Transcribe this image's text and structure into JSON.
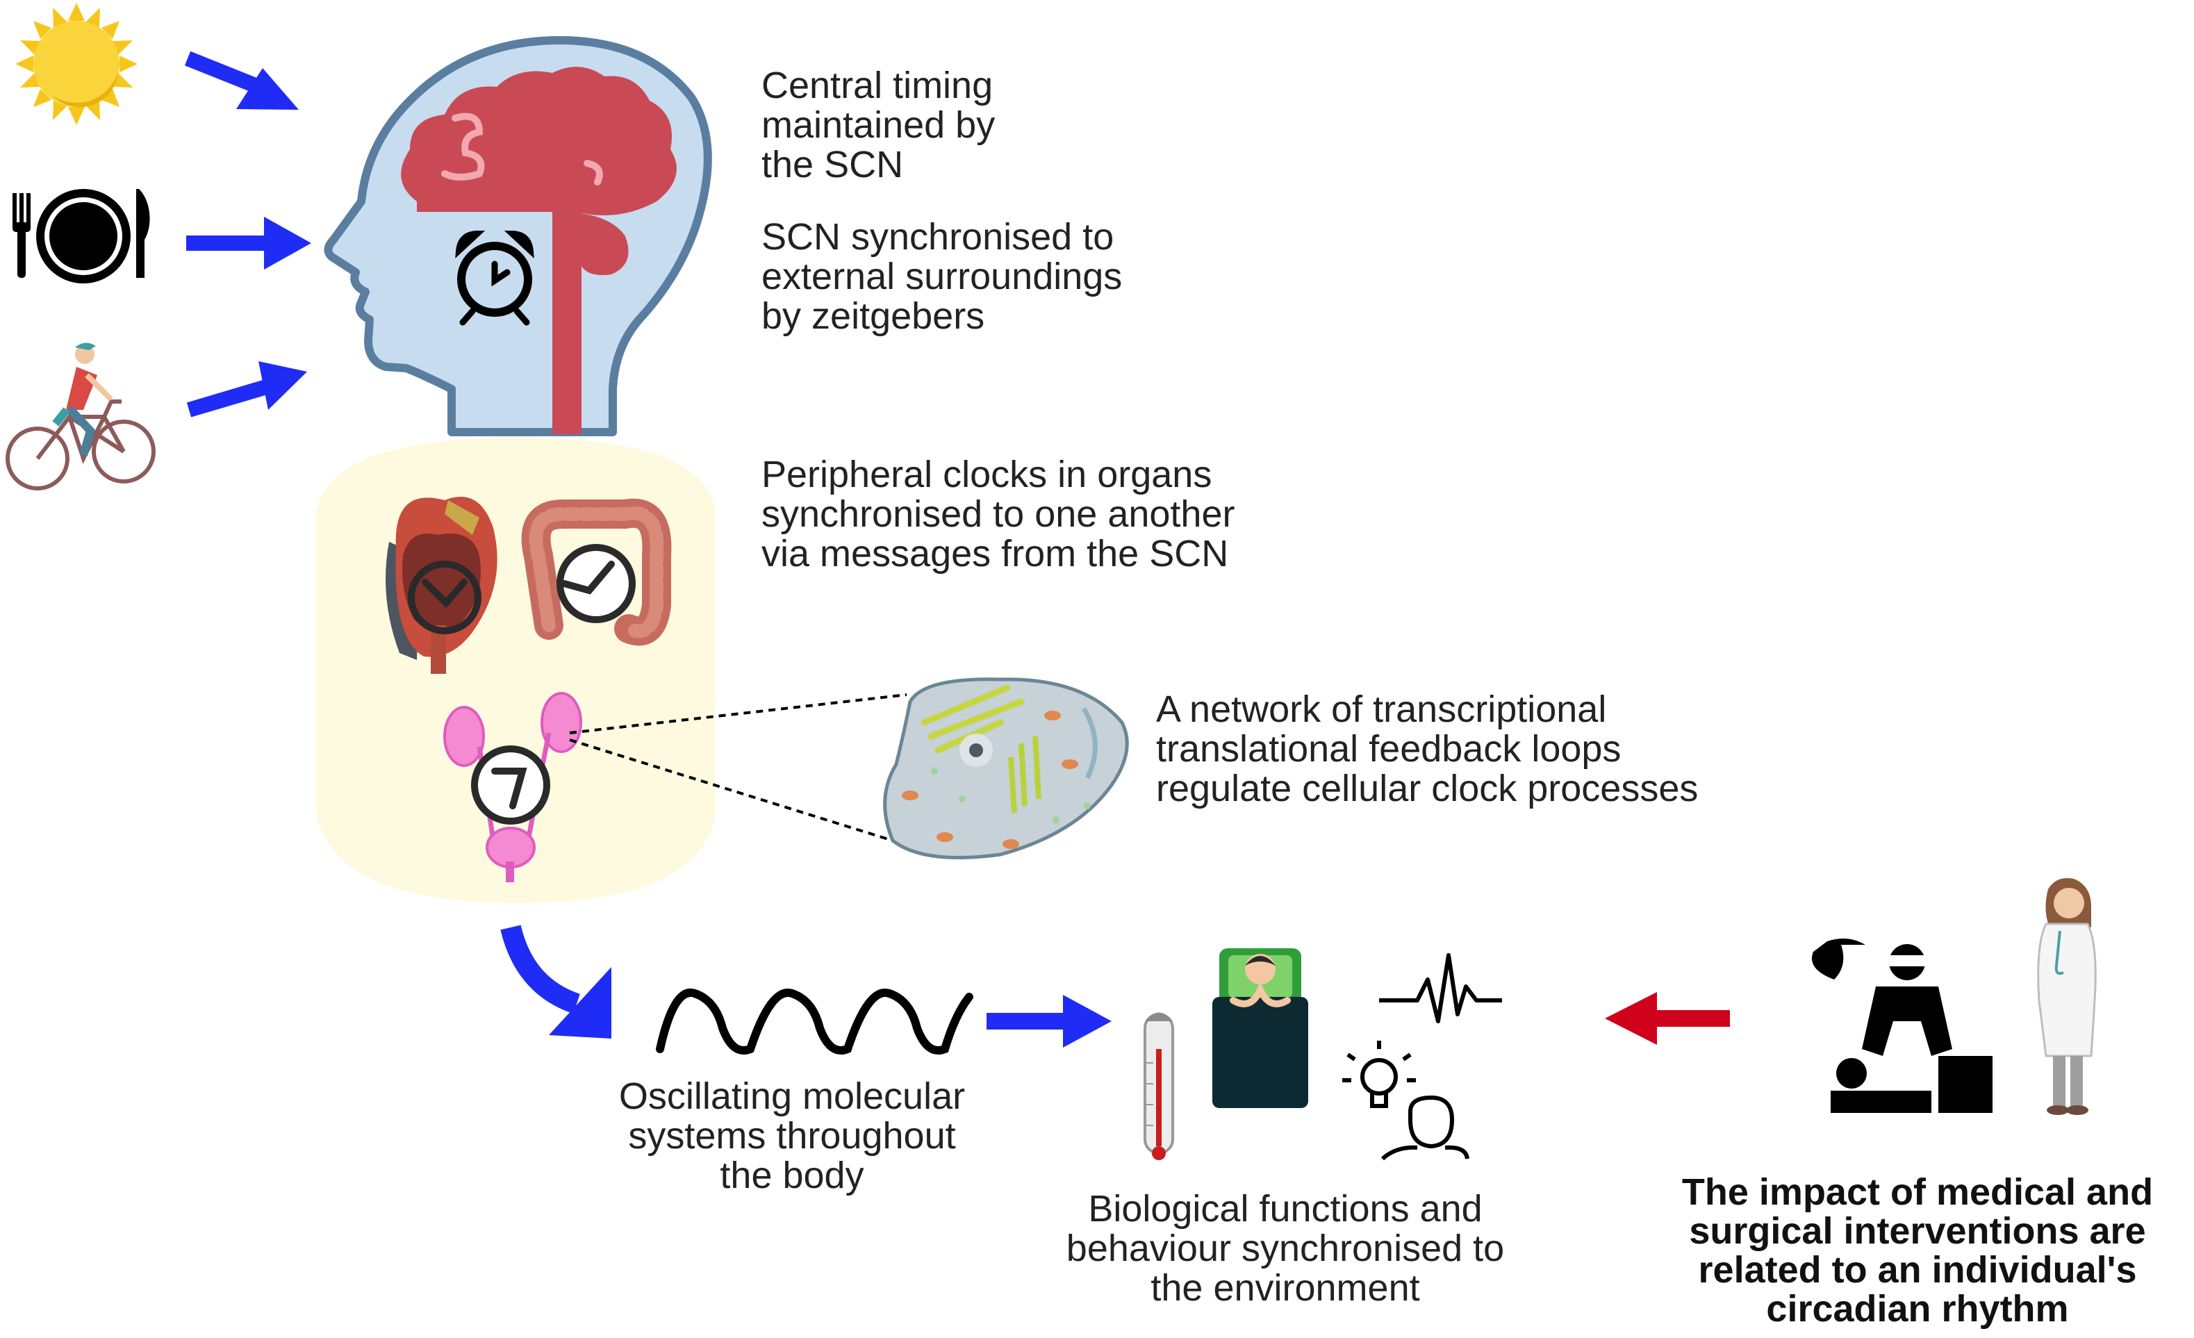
{
  "labels": {
    "central_timing": "Central timing\nmaintained by\nthe SCN",
    "scn_sync": "SCN synchronised to\nexternal surroundings\nby zeitgebers",
    "peripheral": "Peripheral clocks in organs\nsynchronised to one another\nvia messages from the SCN",
    "network": "A network of transcriptional\ntranslational feedback loops\nregulate cellular clock processes",
    "oscillating": "Oscillating molecular\nsystems throughout\nthe body",
    "biological": "Biological functions and\nbehaviour synchronised to\nthe environment",
    "impact": "The impact of medical and\nsurgical interventions are\nrelated to an individual's\ncircadian rhythm"
  },
  "icons": [
    "sun-icon",
    "plate-cutlery-icon",
    "cyclist-icon",
    "head-brain-icon",
    "alarm-clock-icon",
    "heart-icon",
    "intestine-icon",
    "kidney-icon",
    "cell-icon",
    "wave-icon",
    "thermometer-icon",
    "sleeping-person-icon",
    "heartbeat-icon",
    "lightbulb-icon",
    "person-outline-icon",
    "surgeon-icon",
    "doctor-icon"
  ],
  "colors": {
    "input_arrow": "#1f2cf5",
    "intervention_arrow": "#d0021b",
    "brain": "#c94a55",
    "head_fill": "#c7dcef",
    "head_stroke": "#5a7ea0",
    "organ_zone": "#fdfae0"
  }
}
